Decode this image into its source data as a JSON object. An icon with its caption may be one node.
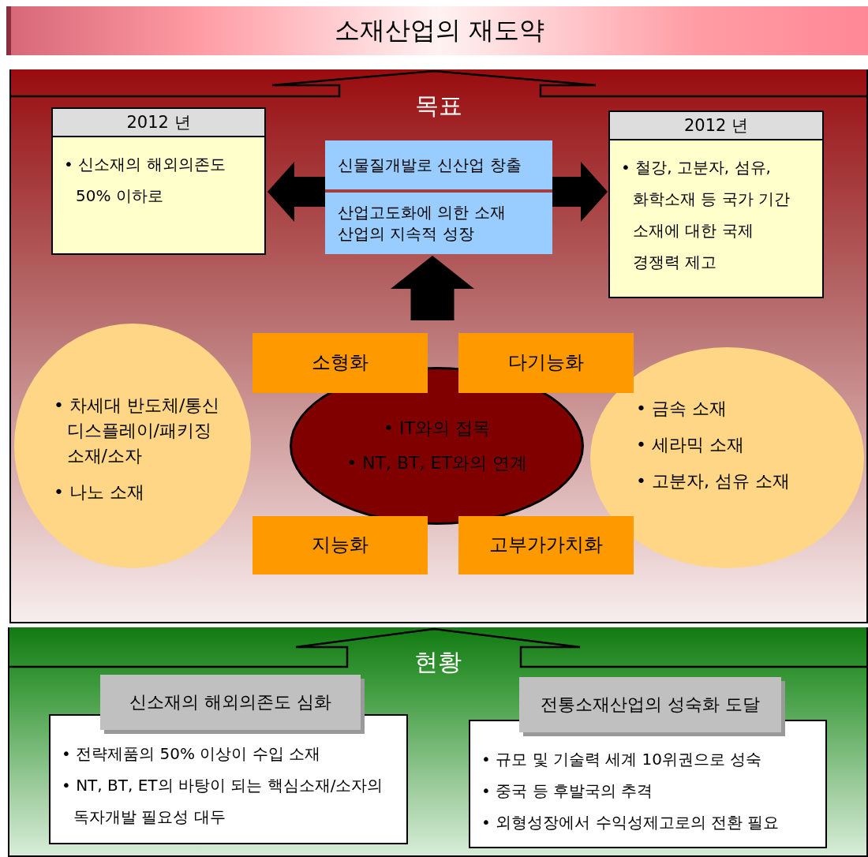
{
  "diagram": {
    "title": "소재산업의 재도약",
    "nodes": [
      {
        "text": [
          "목표"
        ]
      },
      {
        "text": [
          "2012 년",
          "• 신소재의 해외의존도 50% 이하로"
        ],
        "in": 0
      },
      {
        "text": [
          "2012 년",
          "• 철강, 고분자, 섬유, 화학소재 등 국가 기간 소재에 대한 국제 경쟁력 제고"
        ],
        "in": 0
      },
      {
        "text": [
          "신물질개발로 신산업 창출"
        ],
        "in": 0
      },
      {
        "text": [
          "산업고도화에 의한 소재 산업의 지속적 성장"
        ],
        "in": 0
      },
      {
        "text": [
          "• 차세대 반도체/통신 디스플레이/패키징 소재/소자",
          "• 나노 소재"
        ],
        "in": 0
      },
      {
        "text": [
          "• 금속 소재",
          "• 세라믹 소재",
          "• 고분자, 섬유 소재"
        ],
        "in": 0
      },
      {
        "text": [
          "• IT와의 접목",
          "• NT, BT, ET와의 연계"
        ],
        "in": 0
      },
      {
        "text": [
          "소형화"
        ],
        "in": 0
      },
      {
        "text": [
          "다기능화"
        ],
        "in": 0
      },
      {
        "text": [
          "지능화"
        ],
        "in": 0
      },
      {
        "text": [
          "고부가가치화"
        ],
        "in": 0
      },
      {
        "text": [
          "현황"
        ]
      },
      {
        "text": [
          "신소재의 해외의존도 심화",
          "• 전략제품의 50% 이상이 수입 소재",
          "• NT, BT, ET의 바탕이 되는 핵심소재/소자의 독자개발 필요성 대두"
        ],
        "in": 12
      },
      {
        "text": [
          "전통소재산업의 성숙화 도달",
          "• 규모 및 기술력 세계 10위권으로 성숙",
          "• 중국 등 후발국의 추격",
          "• 외형성장에서 수익성제고로의 전환 필요"
        ],
        "in": 12
      }
    ],
    "edges": [
      {
        "from": 3,
        "to": 1,
        "arrow": "to"
      },
      {
        "from": 3,
        "to": 2,
        "arrow": "to"
      },
      {
        "from": 7,
        "to": 4,
        "arrow": "to"
      }
    ]
  }
}
